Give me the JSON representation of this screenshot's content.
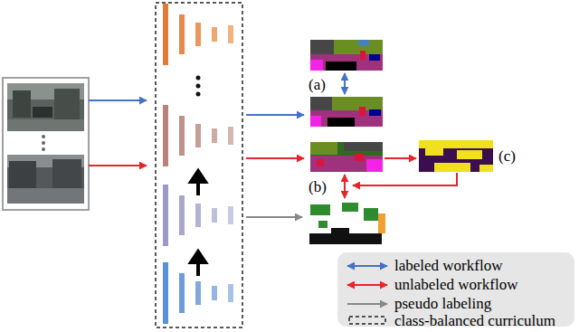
{
  "diagram": {
    "labels": [
      "(a)",
      "(b)",
      "(c)"
    ],
    "legend": [
      {
        "text": "labeled workflow"
      },
      {
        "text": "unlabeled workflow"
      },
      {
        "text": "pseudo labeling"
      },
      {
        "text": "class-balanced curriculum"
      }
    ]
  }
}
